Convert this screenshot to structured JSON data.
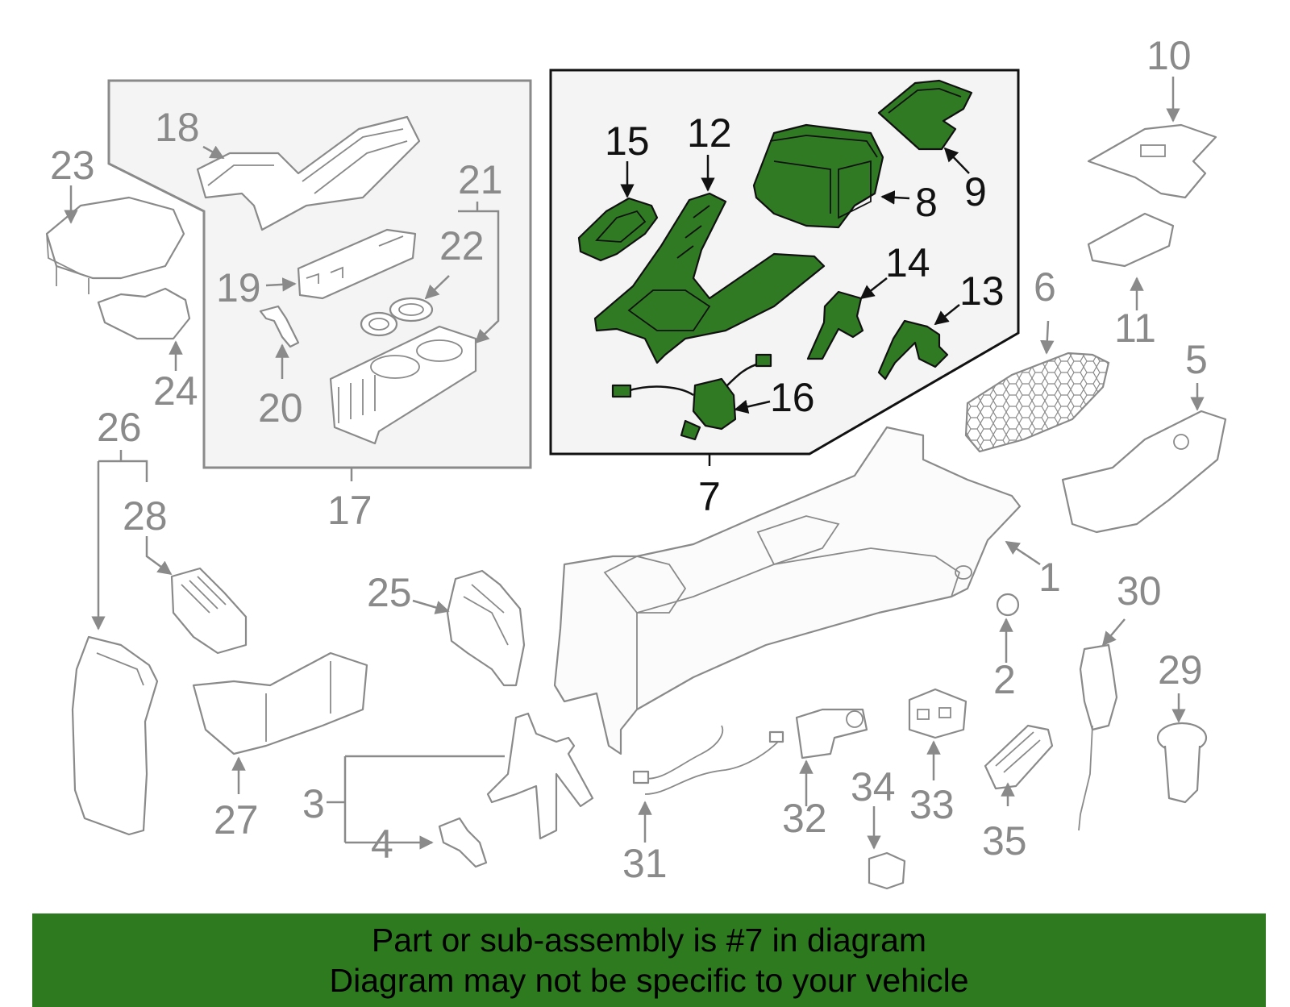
{
  "diagram": {
    "callouts": {
      "c1": "1",
      "c2": "2",
      "c3": "3",
      "c4": "4",
      "c5": "5",
      "c6": "6",
      "c7": "7",
      "c8": "8",
      "c9": "9",
      "c10": "10",
      "c11": "11",
      "c12": "12",
      "c13": "13",
      "c14": "14",
      "c15": "15",
      "c16": "16",
      "c17": "17",
      "c18": "18",
      "c19": "19",
      "c20": "20",
      "c21": "21",
      "c22": "22",
      "c23": "23",
      "c24": "24",
      "c25": "25",
      "c26": "26",
      "c27": "27",
      "c28": "28",
      "c29": "29",
      "c30": "30",
      "c31": "31",
      "c32": "32",
      "c33": "33",
      "c34": "34",
      "c35": "35"
    },
    "highlighted_group": "7",
    "colors": {
      "highlight_fill": "#2f7a23",
      "banner_background": "#2e7a1f",
      "part_outline": "#8a8a8a",
      "group_box_fill": "#f4f4f4"
    }
  },
  "banner": {
    "line1": "Part or sub-assembly is #7 in diagram",
    "line2": "Diagram may not be specific to your vehicle"
  }
}
